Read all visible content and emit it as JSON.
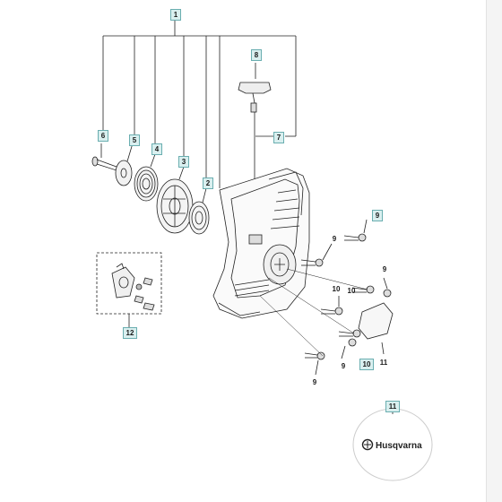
{
  "callouts": {
    "c1": "1",
    "c2": "2",
    "c3": "3",
    "c4": "4",
    "c5": "5",
    "c6": "6",
    "c7": "7",
    "c8": "8",
    "c9_boxed": "9",
    "c9_a": "9",
    "c9_b": "9",
    "c9_c": "9",
    "c9_d": "9",
    "c10_a": "10",
    "c10_b": "10",
    "c10_boxed": "10",
    "c11_plain": "11",
    "c11_boxed": "11",
    "c12": "12"
  },
  "logo": {
    "brand": "Husqvarna"
  },
  "colors": {
    "line": "#222222",
    "callout_fill": "#d9efef",
    "callout_border": "#6aaeb0"
  }
}
